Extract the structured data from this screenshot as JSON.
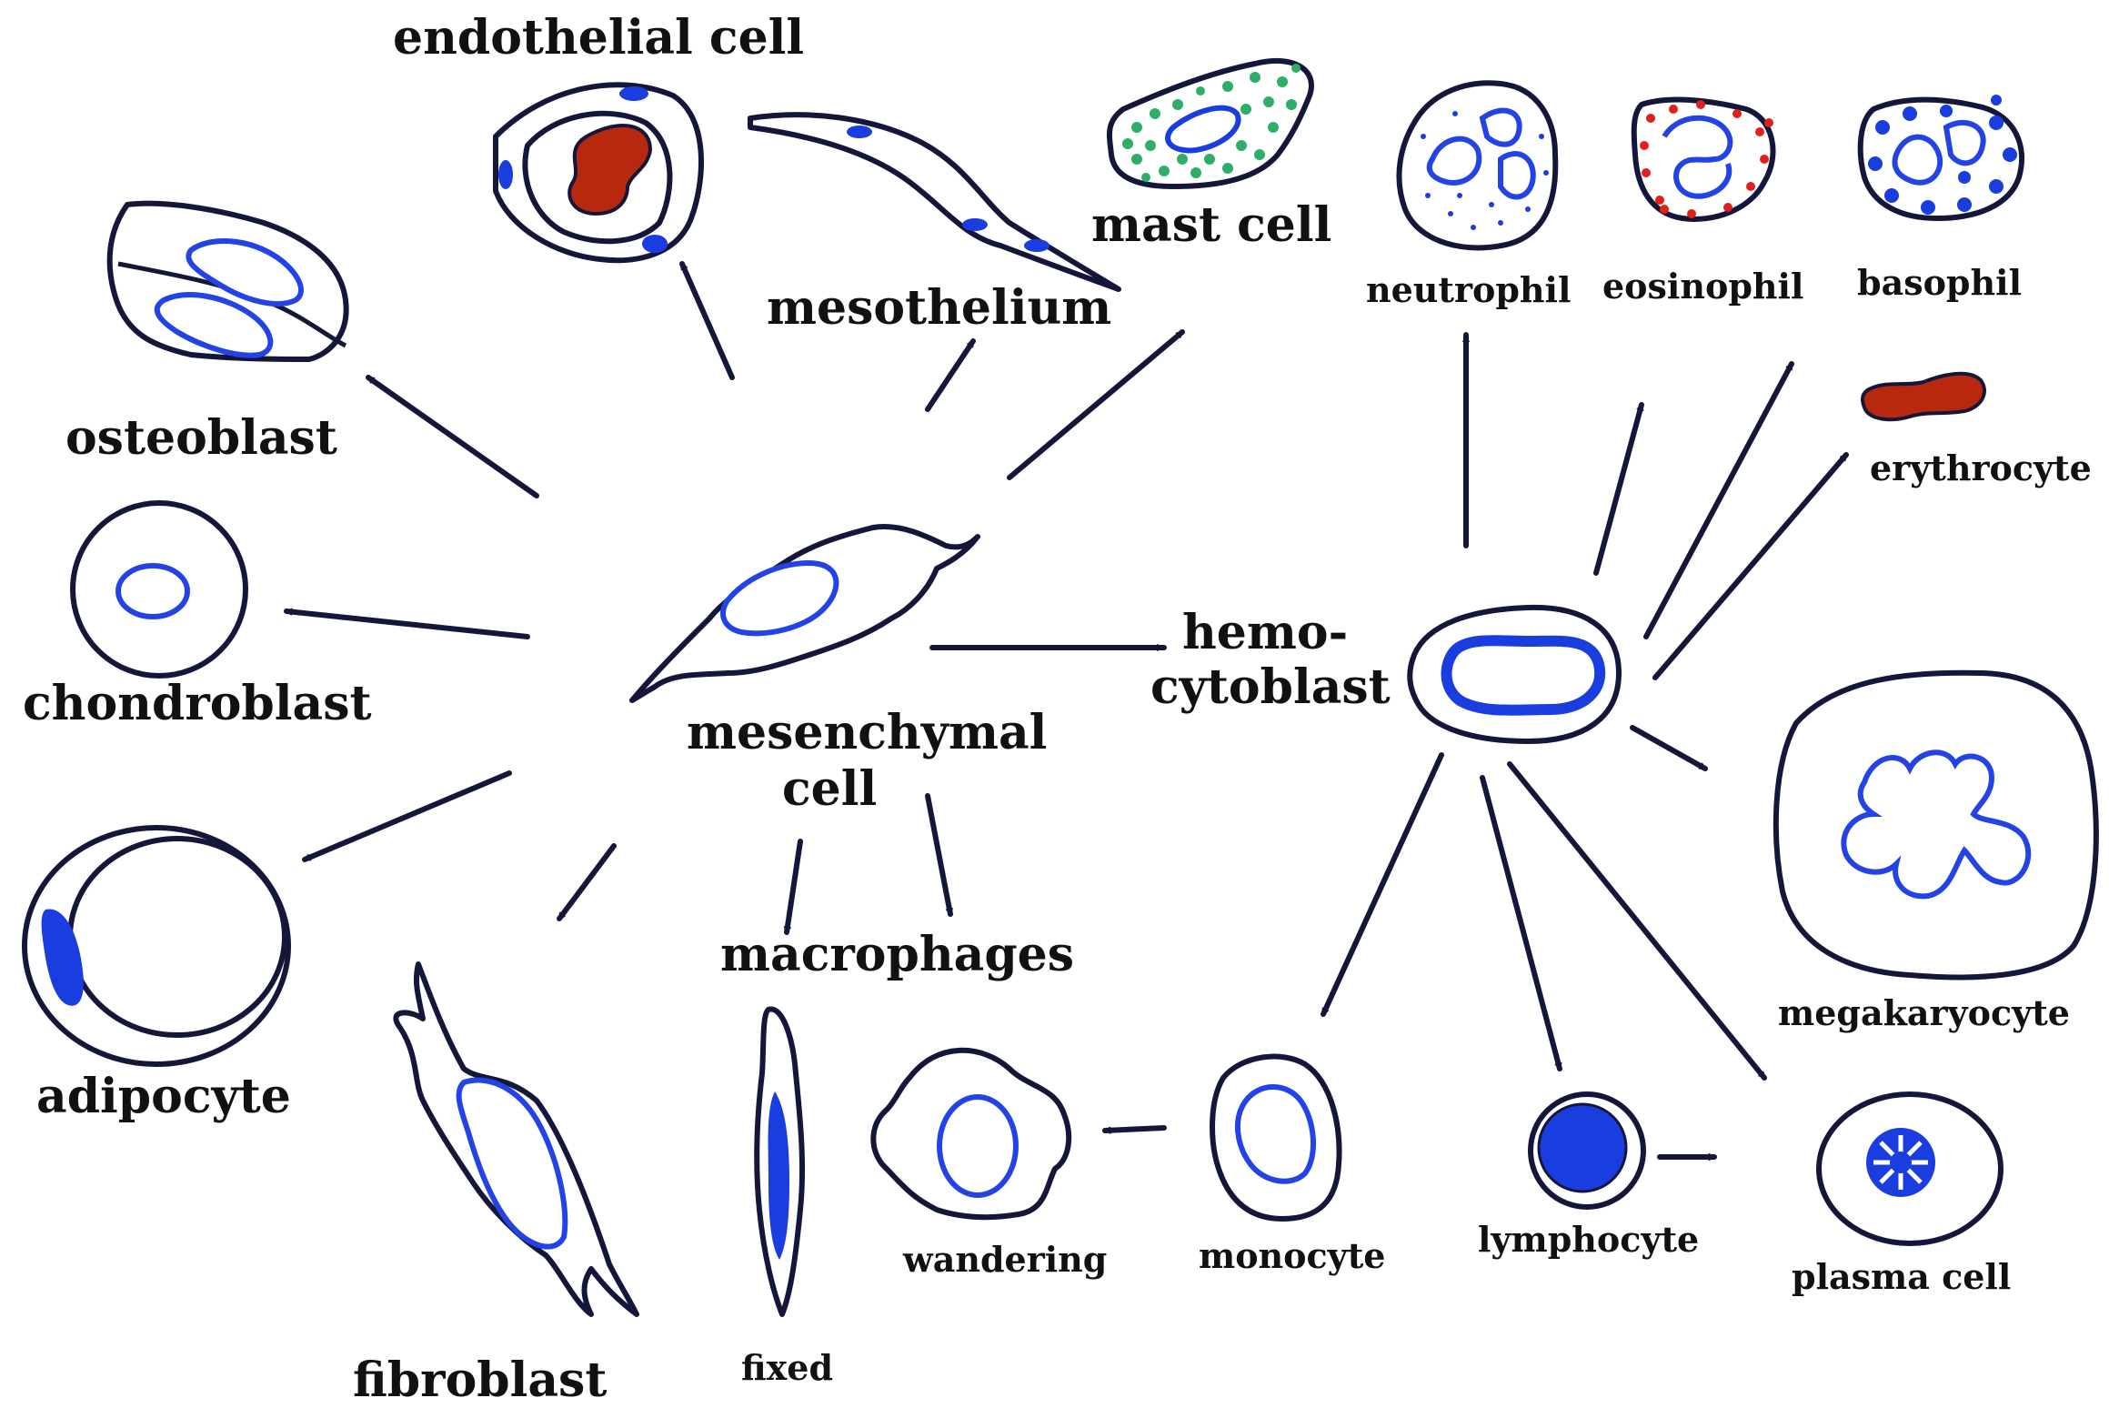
{
  "labels": {
    "endothelial": "endothelial cell",
    "mesothelium": "mesothelium",
    "mast": "mast cell",
    "neutrophil": "neutrophil",
    "eosinophil": "eosinophil",
    "basophil": "basophil",
    "erythrocyte": "erythrocyte",
    "osteoblast": "osteoblast",
    "chondroblast": "chondroblast",
    "adipocyte": "adipocyte",
    "fibroblast": "fibroblast",
    "mesenchymal_line1": "mesenchymal",
    "mesenchymal_line2": "cell",
    "hemo_line1": "hemo-",
    "hemo_line2": "cytoblast",
    "macrophages": "macrophages",
    "fixed": "fixed",
    "wandering": "wandering",
    "monocyte": "monocyte",
    "lymphocyte": "lymphocyte",
    "plasma": "plasma cell",
    "megakaryocyte": "megakaryocyte"
  },
  "colors": {
    "outline": "#15173a",
    "nucleus": "#1a3de0",
    "erythrocyte": "#b8280f",
    "mast_granules": "#2fae6a",
    "eosinophil_granules": "#e0201a"
  }
}
